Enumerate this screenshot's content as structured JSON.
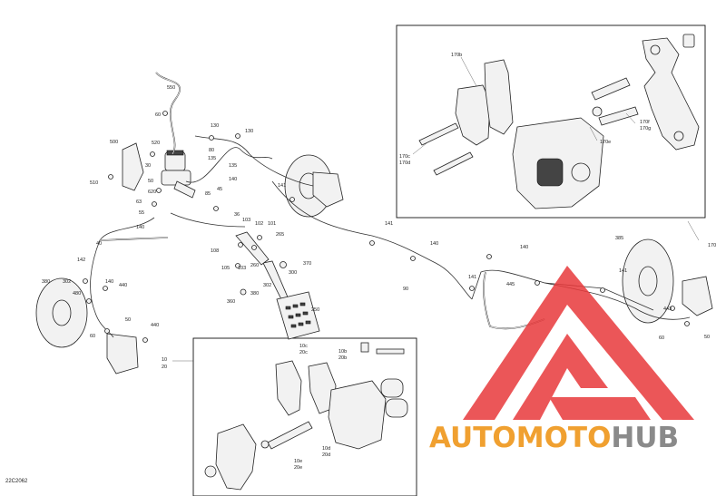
{
  "diagram": {
    "reference_code": "22C2062",
    "callouts": [
      {
        "id": "c550a",
        "text": "550"
      },
      {
        "id": "c60a",
        "text": "60"
      },
      {
        "id": "c500",
        "text": "500"
      },
      {
        "id": "c520",
        "text": "520"
      },
      {
        "id": "c30a",
        "text": "30"
      },
      {
        "id": "c510",
        "text": "510"
      },
      {
        "id": "c50a",
        "text": "50"
      },
      {
        "id": "c620",
        "text": "620"
      },
      {
        "id": "c63",
        "text": "63"
      },
      {
        "id": "c55",
        "text": "55"
      },
      {
        "id": "c140a",
        "text": "140"
      },
      {
        "id": "c40",
        "text": "40"
      },
      {
        "id": "c142",
        "text": "142"
      },
      {
        "id": "c130a",
        "text": "130"
      },
      {
        "id": "c130b",
        "text": "130"
      },
      {
        "id": "c80",
        "text": "80"
      },
      {
        "id": "c135a",
        "text": "135"
      },
      {
        "id": "c135b",
        "text": "135"
      },
      {
        "id": "c140b",
        "text": "140"
      },
      {
        "id": "c45",
        "text": "45"
      },
      {
        "id": "c85",
        "text": "85"
      },
      {
        "id": "c141a",
        "text": "141"
      },
      {
        "id": "c36",
        "text": "36"
      },
      {
        "id": "c103a",
        "text": "103"
      },
      {
        "id": "c102",
        "text": "102"
      },
      {
        "id": "c101",
        "text": "101"
      },
      {
        "id": "c108",
        "text": "108"
      },
      {
        "id": "c265",
        "text": "265"
      },
      {
        "id": "c105",
        "text": "105"
      },
      {
        "id": "c103b",
        "text": "103"
      },
      {
        "id": "c260",
        "text": "260"
      },
      {
        "id": "c300",
        "text": "300"
      },
      {
        "id": "c370",
        "text": "370"
      },
      {
        "id": "c360",
        "text": "360"
      },
      {
        "id": "c380",
        "text": "380"
      },
      {
        "id": "c302",
        "text": "302"
      },
      {
        "id": "c250",
        "text": "250"
      },
      {
        "id": "c141b",
        "text": "141"
      },
      {
        "id": "c140c",
        "text": "140"
      },
      {
        "id": "c140d",
        "text": "140"
      },
      {
        "id": "c90",
        "text": "90"
      },
      {
        "id": "c141c",
        "text": "141"
      },
      {
        "id": "c445a",
        "text": "445"
      },
      {
        "id": "c385",
        "text": "385"
      },
      {
        "id": "c141d",
        "text": "141"
      },
      {
        "id": "c170a",
        "text": "170"
      },
      {
        "id": "c443",
        "text": "443"
      },
      {
        "id": "c60b",
        "text": "60"
      },
      {
        "id": "c50b",
        "text": "50"
      },
      {
        "id": "c380b",
        "text": "380"
      },
      {
        "id": "c302b",
        "text": "302"
      },
      {
        "id": "c480",
        "text": "480"
      },
      {
        "id": "c140e",
        "text": "140"
      },
      {
        "id": "c440a",
        "text": "440"
      },
      {
        "id": "c50c",
        "text": "50"
      },
      {
        "id": "c440b",
        "text": "440"
      },
      {
        "id": "c60c",
        "text": "60"
      },
      {
        "id": "c10",
        "text": "10"
      },
      {
        "id": "c20",
        "text": "20"
      }
    ],
    "inset_top_callouts": [
      {
        "id": "t170b",
        "text": "170b"
      },
      {
        "id": "t170c",
        "text": "170c"
      },
      {
        "id": "t170d",
        "text": "170d"
      },
      {
        "id": "t170e",
        "text": "170e"
      },
      {
        "id": "t170f",
        "text": "170f"
      },
      {
        "id": "t170g",
        "text": "170g"
      }
    ],
    "inset_bottom_callouts": [
      {
        "id": "b10c",
        "text": "10c"
      },
      {
        "id": "b20c",
        "text": "20c"
      },
      {
        "id": "b10b",
        "text": "10b"
      },
      {
        "id": "b20b",
        "text": "20b"
      },
      {
        "id": "b10e",
        "text": "10e"
      },
      {
        "id": "b20e",
        "text": "20e"
      },
      {
        "id": "b10d",
        "text": "10d"
      },
      {
        "id": "b20d",
        "text": "20d"
      }
    ]
  },
  "watermark": {
    "brand_part1": "AUTO",
    "brand_part2": "MOTO",
    "brand_part3": "HUB",
    "colors": {
      "red": "#e8393b",
      "orange": "#f0a030",
      "gray": "#8a8a8a"
    }
  }
}
